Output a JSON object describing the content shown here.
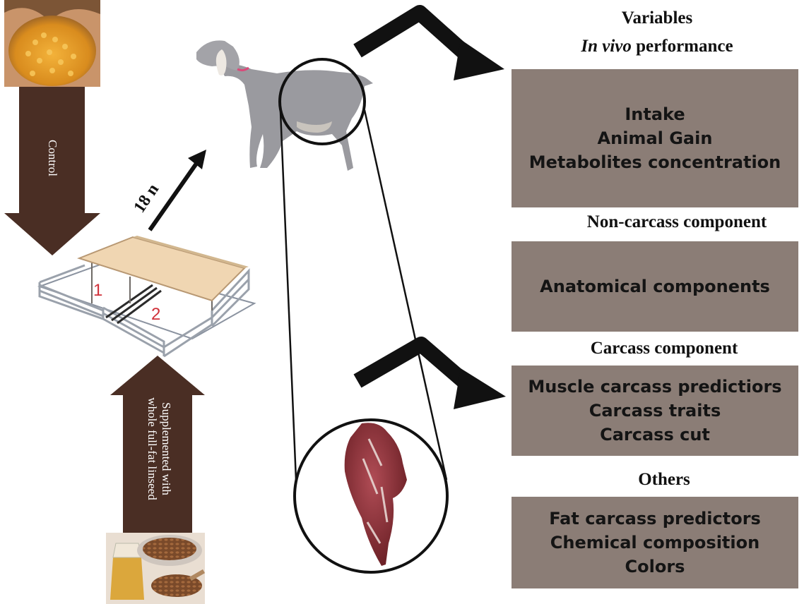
{
  "treatments": {
    "control_label": "Control",
    "linseed_label_line1": "Supplemented with",
    "linseed_label_line2": "whole full-fat linseed"
  },
  "pen": {
    "pen1": "1",
    "pen2": "2"
  },
  "animals": {
    "count_label": "18 n"
  },
  "variables": {
    "title": "Variables",
    "in_vivo_italic": "In vivo",
    "in_vivo_rest": "performance",
    "in_vivo_items": [
      "Intake",
      "Animal Gain",
      "Metabolites concentration"
    ],
    "non_carcass_title": "Non-carcass component",
    "non_carcass_items": [
      "Anatomical components"
    ],
    "carcass_title": "Carcass component",
    "carcass_items": [
      "Muscle carcass predictiors",
      "Carcass traits",
      "Carcass cut"
    ],
    "others_title": "Others",
    "others_items": [
      "Fat carcass predictors",
      "Chemical composition",
      "Colors"
    ]
  },
  "colors": {
    "panel_fill": "#8b7d76",
    "treatment_arrow": "#4a2e24",
    "pen_number": "#d0313a",
    "goat_body": "#9a9a9f",
    "meat": "#8a2f34"
  },
  "icons": [
    "corn-photo-icon",
    "linseed-photo-icon",
    "goat-icon",
    "pen-structure-icon",
    "meat-cut-icon"
  ]
}
